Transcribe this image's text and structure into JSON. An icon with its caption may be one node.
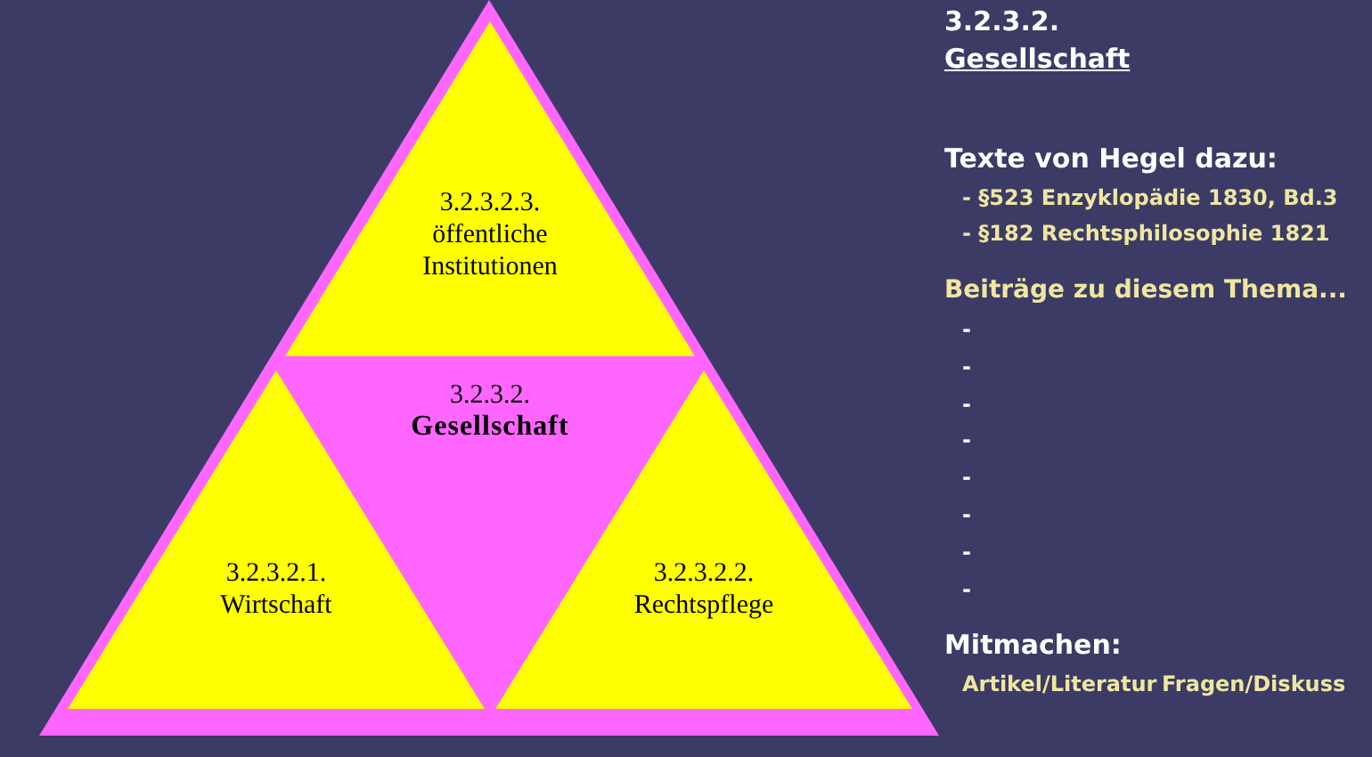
{
  "diagram": {
    "nodes": [
      {
        "text": [],
        "shape": "triangle"
      },
      {
        "text": [
          "3.2.3.2.3.",
          "öffentliche Institutionen"
        ],
        "in": 0
      },
      {
        "text": [
          "3.2.3.2.",
          "Gesellschaft"
        ],
        "in": 0
      },
      {
        "text": [
          "3.2.3.2.1.",
          "Wirtschaft"
        ],
        "in": 0
      },
      {
        "text": [
          "3.2.3.2.2.",
          "Rechtspflege"
        ],
        "in": 0
      }
    ],
    "edges": [],
    "labels": [
      "3.2.3.2.",
      "Gesellschaft",
      "Texte von Hegel dazu:",
      "- §523 Enzyklopädie 1830, Bd.3",
      "- §182 Rechtsphilosophie 1821",
      "Beiträge zu diesem Thema...",
      "-",
      "-",
      "-",
      "-",
      "-",
      "-",
      "-",
      "-",
      "Mitmachen:",
      "Artikel/Literatur",
      "Fragen/Diskuss"
    ]
  }
}
